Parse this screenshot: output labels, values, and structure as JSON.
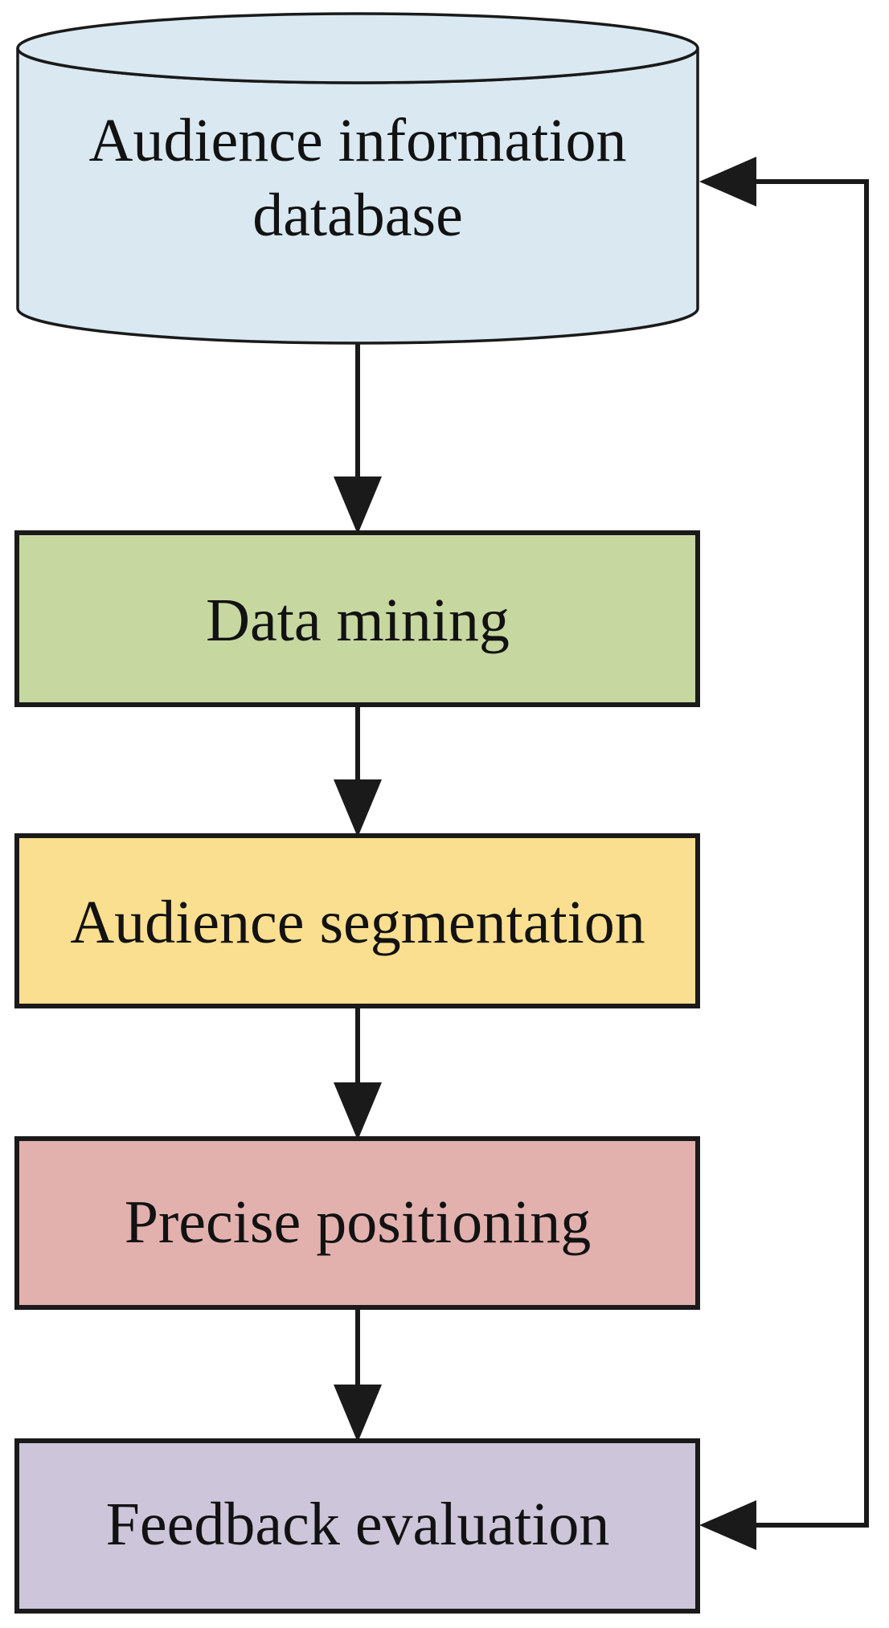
{
  "flowchart": {
    "background": "#ffffff",
    "line_color": "#1a1a1a",
    "text_color": "#121212",
    "nodes": [
      {
        "id": "audience-database",
        "shape": "cylinder",
        "lines": [
          "Audience information",
          "database"
        ],
        "fill": "#d9e8f1"
      },
      {
        "id": "data-mining",
        "shape": "rectangle",
        "lines": [
          "Data mining"
        ],
        "fill": "#c6d7a0"
      },
      {
        "id": "audience-segmentation",
        "shape": "rectangle",
        "lines": [
          "Audience segmentation"
        ],
        "fill": "#fbdf90"
      },
      {
        "id": "precise-positioning",
        "shape": "rectangle",
        "lines": [
          "Precise positioning"
        ],
        "fill": "#e2b1ae"
      },
      {
        "id": "feedback-evaluation",
        "shape": "rectangle",
        "lines": [
          "Feedback evaluation"
        ],
        "fill": "#cdc5da"
      }
    ],
    "edges": [
      {
        "from": "audience-database",
        "to": "data-mining"
      },
      {
        "from": "data-mining",
        "to": "audience-segmentation"
      },
      {
        "from": "audience-segmentation",
        "to": "precise-positioning"
      },
      {
        "from": "precise-positioning",
        "to": "feedback-evaluation"
      }
    ],
    "feedback_loop": {
      "position": "right",
      "arrow_targets": [
        "feedback-evaluation",
        "audience-database"
      ]
    }
  }
}
